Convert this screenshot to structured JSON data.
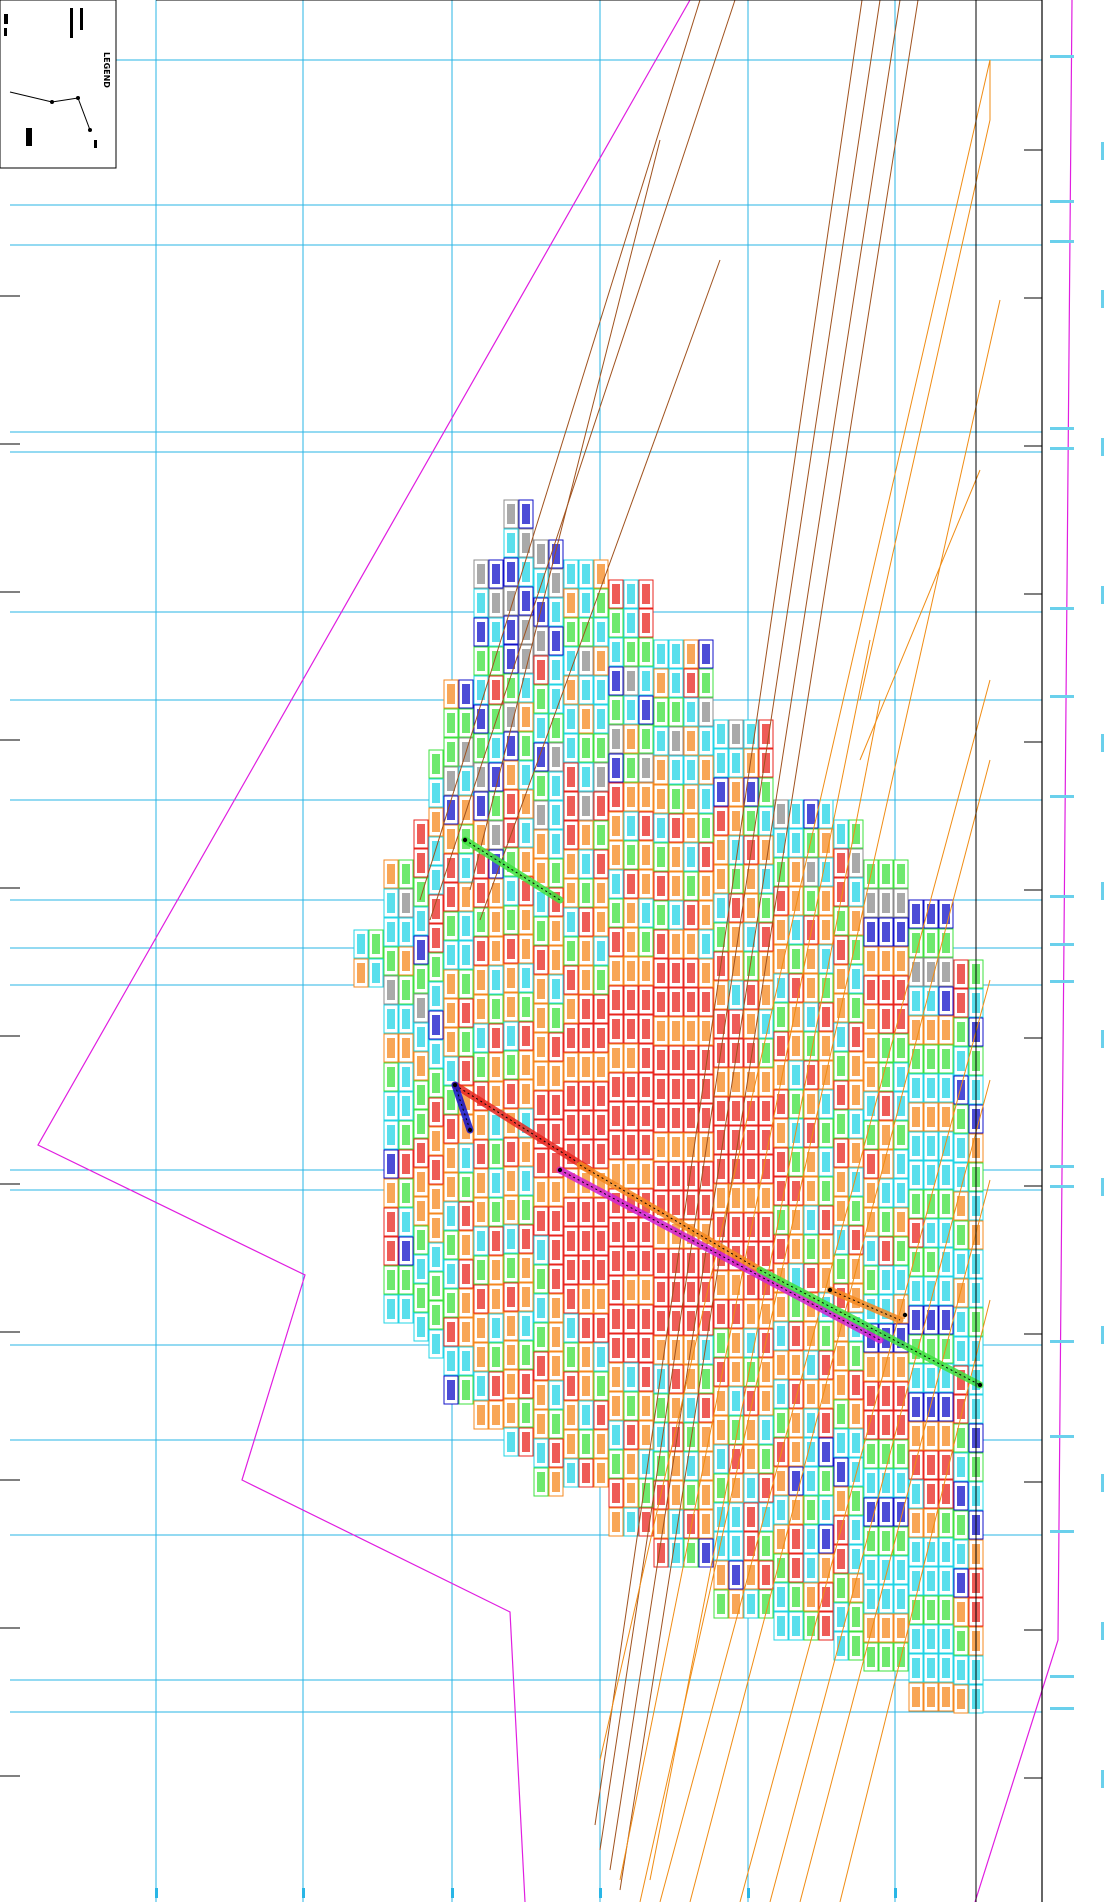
{
  "legend": {
    "title": "LEGEND"
  },
  "colors": {
    "grid": "#29b6e6",
    "boundary": "#e01ee0",
    "vein_brown": "#a0521e",
    "vein_orange": "#f08c14",
    "frame": "#000000",
    "grade_classes": {
      "grey": "#8c8c8c",
      "cyan": "#22d4e6",
      "green": "#3ee23e",
      "orange": "#f5881f",
      "red": "#e8261f",
      "blue": "#1010c8",
      "magenta": "#d020d0"
    }
  },
  "icons": {
    "legend_symbols": "drillhole-legend-icon",
    "drillholes": "drillhole-trace-icon"
  },
  "blocks": {
    "class_sequence": [
      "cyan",
      "green",
      "orange",
      "red",
      "grey",
      "blue",
      "cyan",
      "green",
      "orange",
      "cyan",
      "green",
      "red",
      "cyan",
      "orange",
      "green",
      "grey",
      "cyan",
      "blue"
    ]
  }
}
